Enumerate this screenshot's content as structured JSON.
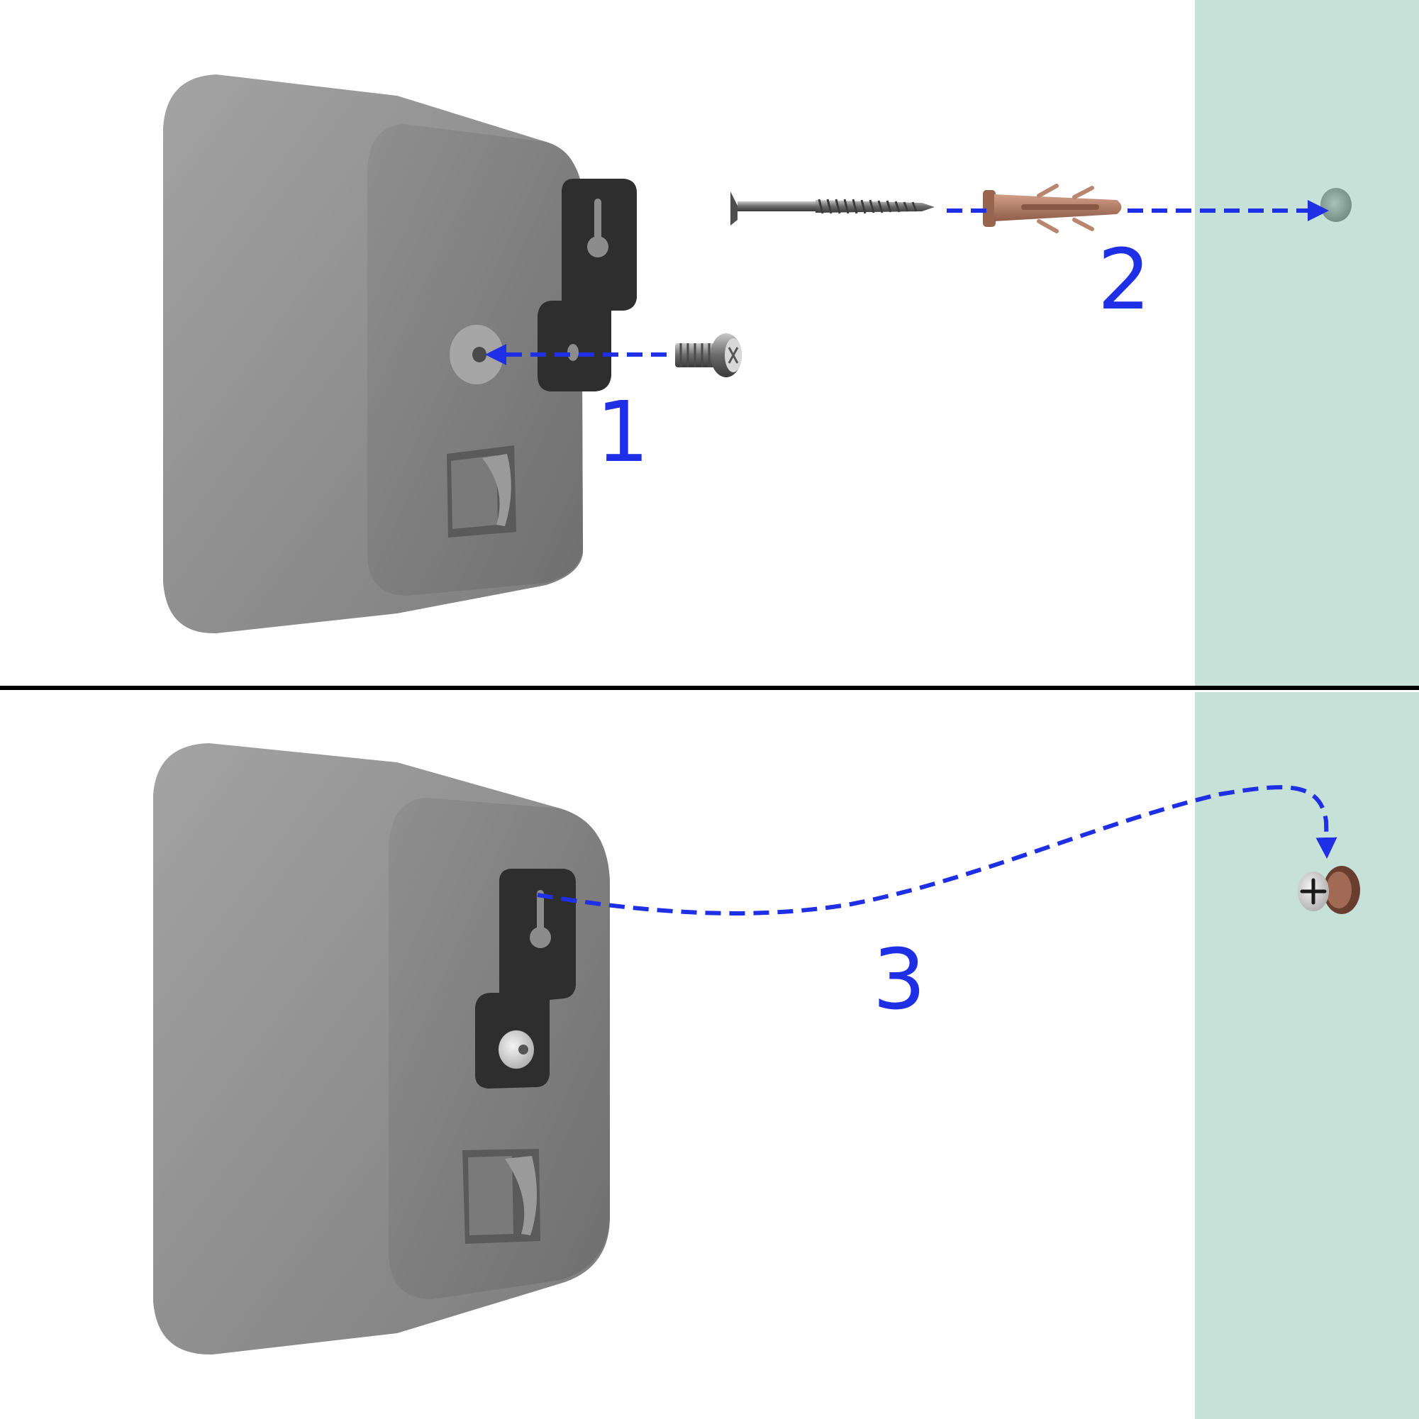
{
  "steps": [
    {
      "number": "1"
    },
    {
      "number": "2"
    },
    {
      "number": "3"
    }
  ],
  "colors": {
    "arrow": "#1f2fe6",
    "wall": "#c5e1d8",
    "housing": "#8e8e8e",
    "bracket": "#2e2e2e",
    "anchor": "#b07b64",
    "divider": "#000000"
  },
  "icons": [
    "wall-mount-housing",
    "keyhole-bracket",
    "machine-screw",
    "wood-screw",
    "wall-anchor",
    "drilled-hole"
  ]
}
